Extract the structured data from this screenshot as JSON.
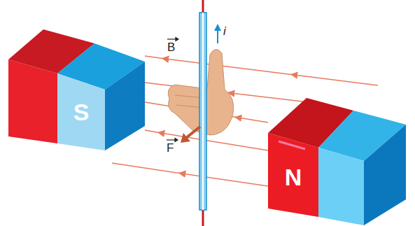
{
  "diagram": {
    "nodes": [
      {
        "text": [
          "S"
        ]
      },
      {
        "text": [
          "N"
        ]
      }
    ],
    "labels": [
      "B",
      "i",
      "F"
    ]
  }
}
